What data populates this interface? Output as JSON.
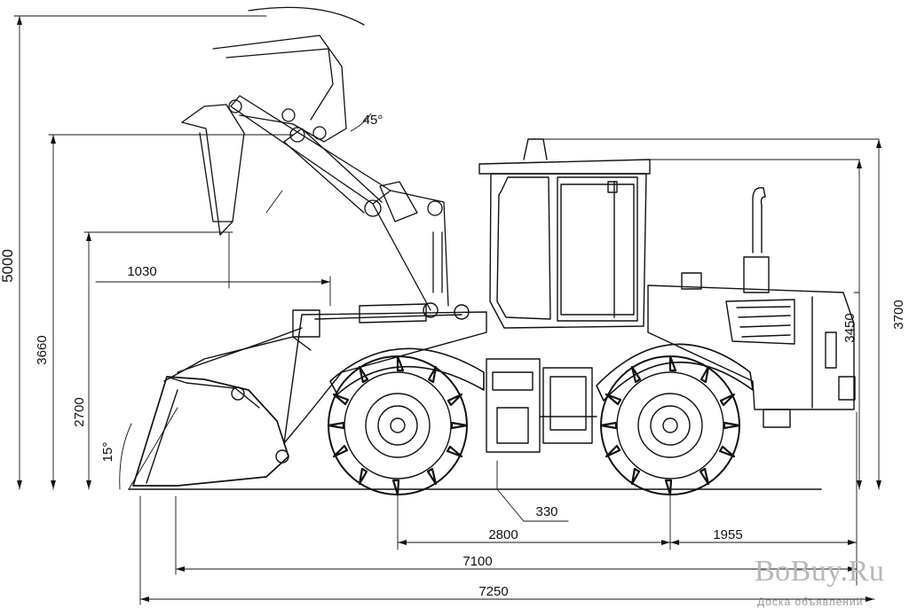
{
  "diagram": {
    "dimensions": {
      "total_height": "5000",
      "lift_height": "3660",
      "dump_height": "2700",
      "reach": "1030",
      "cab_height": "3450",
      "overall_height": "3700",
      "ground_clearance": "330",
      "wheelbase": "2800",
      "rear_overhang": "1955",
      "length_no_bucket": "7100",
      "overall_length": "7250",
      "dump_angle": "45°",
      "rollback_angle": "15°"
    }
  },
  "watermark": {
    "title": "BoBuy.Ru",
    "subtitle": "Доска объявлений"
  }
}
